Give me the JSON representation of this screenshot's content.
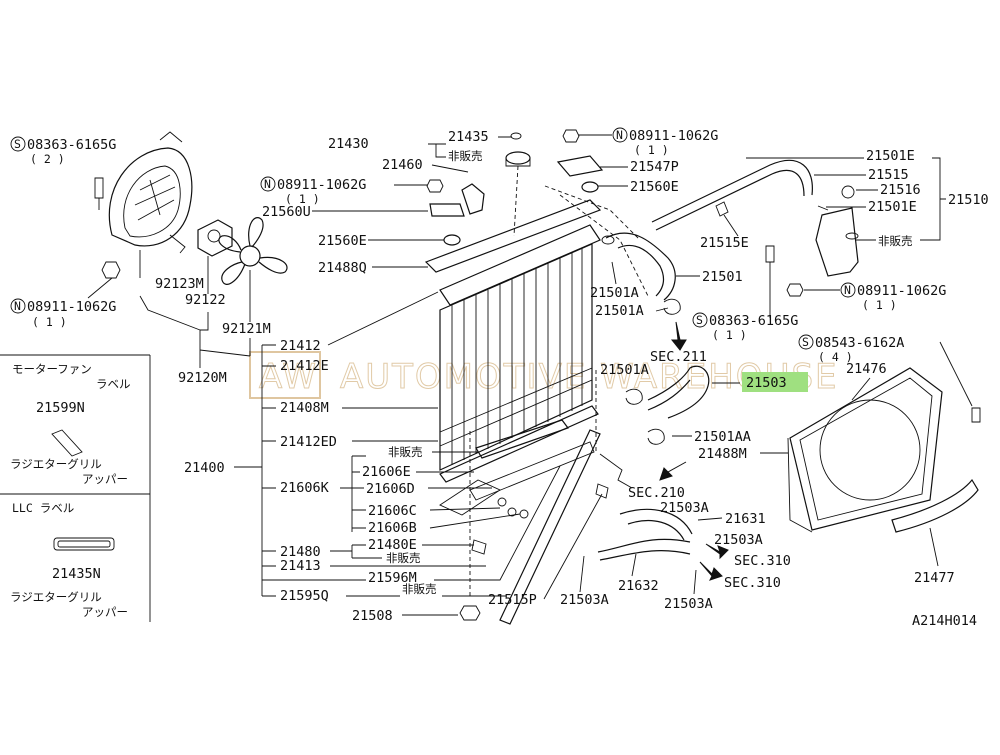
{
  "watermark": {
    "badge": "AW",
    "text": "AUTOMOTIVE WAREHOUSE"
  },
  "diagram_code": "A214H014",
  "highlight_color": "#9fe080",
  "labels": {
    "p08363_6165G_top": "08363-6165G",
    "qty2": "( 2 )",
    "p08911_1062G_left": "08911-1062G",
    "qty1_left": "( 1 )",
    "p92123M": "92123M",
    "p92122": "92122",
    "p92121M": "92121M",
    "p92120M": "92120M",
    "p21430": "21430",
    "p21435_top": "21435",
    "hihanbai_top": "非販売",
    "p21460": "21460",
    "p08911_1062G_mid": "08911-1062G",
    "qty1_mid": "( 1 )",
    "p21560U": "21560U",
    "p21560E_left": "21560E",
    "p21488Q": "21488Q",
    "p08911_1062G_topright": "08911-1062G",
    "qty1_topright": "( 1 )",
    "p21547P": "21547P",
    "p21560E_right": "21560E",
    "p21501E_top": "21501E",
    "p21515": "21515",
    "p21516": "21516",
    "p21510": "21510",
    "p21501E_mid": "21501E",
    "hihanbai_right": "非販売",
    "p08911_1062G_right": "08911-1062G",
    "qty1_right": "( 1 )",
    "p21515E": "21515E",
    "p21501": "21501",
    "p21501A_1": "21501A",
    "p21501A_2": "21501A",
    "p08363_6165G_mid": "08363-6165G",
    "qty1_mid2": "( 1 )",
    "sec211": "SEC.211",
    "p08543_6162A": "08543-6162A",
    "qty4": "( 4 )",
    "p21476": "21476",
    "p21501A_3": "21501A",
    "p21503": "21503",
    "p21501AA": "21501AA",
    "p21488M": "21488M",
    "sec210": "SEC.210",
    "p21503A_1": "21503A",
    "p21631": "21631",
    "p21503A_2": "21503A",
    "sec310_1": "SEC.310",
    "sec310_2": "SEC.310",
    "p21632": "21632",
    "p21503A_3": "21503A",
    "p21503A_4": "21503A",
    "p21515P": "21515P",
    "p21477": "21477",
    "p21412": "21412",
    "p21412E": "21412E",
    "p21408M": "21408M",
    "p21412ED": "21412ED",
    "p21400": "21400",
    "hihanbai_mid": "非販売",
    "p21606E": "21606E",
    "p21606K": "21606K",
    "p21606D": "21606D",
    "p21606C": "21606C",
    "p21606B": "21606B",
    "p21480": "21480",
    "p21480E": "21480E",
    "hihanbai_480": "非販売",
    "p21413": "21413",
    "p21596M": "21596M",
    "p21595Q": "21595Q",
    "hihanbai_595": "非販売",
    "p21508": "21508"
  },
  "sidebar": {
    "fan_label_title_1": "モーターファン",
    "fan_label_title_2": "ラベル",
    "p21599N": "21599N",
    "grille_upper_1a": "ラジエターグリル",
    "grille_upper_1b": "アッパー",
    "llc_label_title": "LLC ラベル",
    "p21435N": "21435N",
    "grille_upper_2a": "ラジエターグリル",
    "grille_upper_2b": "アッパー"
  }
}
